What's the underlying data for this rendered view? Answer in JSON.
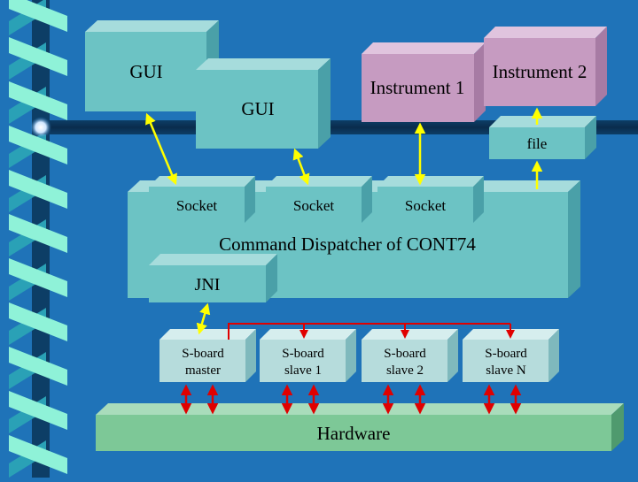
{
  "boxes": {
    "gui_1": "GUI",
    "gui_2": "GUI",
    "instrument_1": "Instrument 1",
    "instrument_2": "Instrument 2",
    "file": "file",
    "socket_1": "Socket",
    "socket_2": "Socket",
    "socket_3": "Socket",
    "dispatcher": "Command Dispatcher of CONT74",
    "jni": "JNI",
    "hardware": "Hardware"
  },
  "sboards": {
    "master": [
      "S-board",
      "master"
    ],
    "slave_1": [
      "S-board",
      "slave 1"
    ],
    "slave_2": [
      "S-board",
      "slave 2"
    ],
    "slave_n": [
      "S-board",
      "slave N"
    ]
  },
  "colors": {
    "background": "#1f73b8",
    "teal_box": "#6cc3c4",
    "instrument_box": "#c69bc1",
    "hardware_box": "#7dc897",
    "sboard_box": "#b6dcdc",
    "yellow_link": "#ffff00",
    "red_bus": "#e00000"
  }
}
